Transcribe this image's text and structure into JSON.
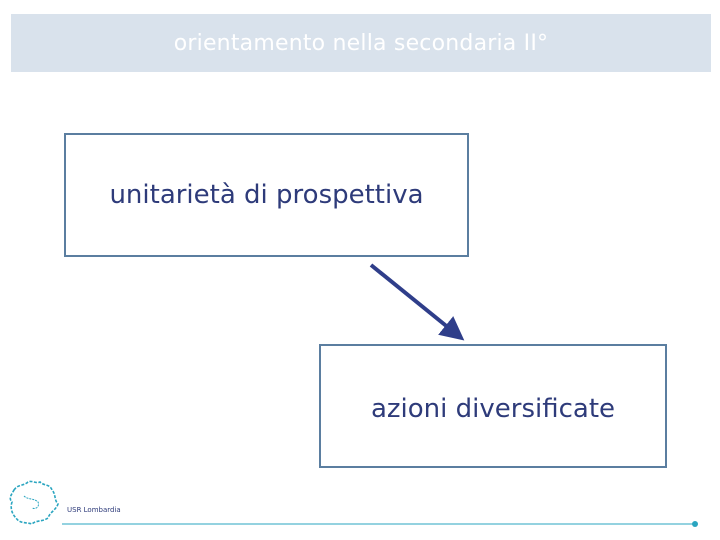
{
  "header": {
    "title": "orientamento nella secondaria II°"
  },
  "diagram": {
    "boxes": [
      {
        "label": "unitarietà di prospettiva"
      },
      {
        "label": "azioni diversificate"
      }
    ],
    "arrow": {
      "color": "#2f3e8a"
    }
  },
  "footer": {
    "label": "USR Lombardia",
    "accent_color": "#2aa5c0"
  },
  "colors": {
    "title_bar": "#d9e2ec",
    "box_border": "#5b7ea0",
    "text": "#2e3b7a"
  }
}
